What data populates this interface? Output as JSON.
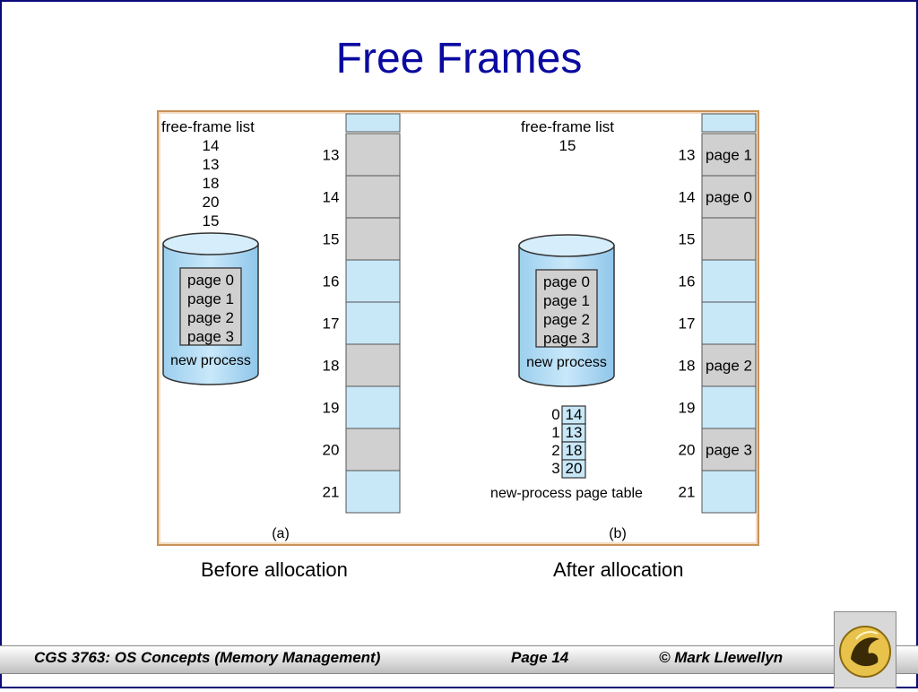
{
  "title": "Free Frames",
  "panel_a": {
    "list_title": "free-frame list",
    "list": [
      "14",
      "13",
      "18",
      "20",
      "15"
    ],
    "disk_pages": [
      "page 0",
      "page 1",
      "page 2",
      "page 3"
    ],
    "disk_label": "new process",
    "label": "(a)"
  },
  "panel_b": {
    "list_title": "free-frame list",
    "list": [
      "15"
    ],
    "disk_pages": [
      "page 0",
      "page 1",
      "page 2",
      "page 3"
    ],
    "disk_label": "new process",
    "page_table": [
      {
        "page": "0",
        "frame": "14"
      },
      {
        "page": "1",
        "frame": "13"
      },
      {
        "page": "2",
        "frame": "18"
      },
      {
        "page": "3",
        "frame": "20"
      }
    ],
    "page_table_label": "new-process page table",
    "label": "(b)"
  },
  "frames_a": [
    {
      "num": "13",
      "state": "gray",
      "text": ""
    },
    {
      "num": "14",
      "state": "gray",
      "text": ""
    },
    {
      "num": "15",
      "state": "gray",
      "text": ""
    },
    {
      "num": "16",
      "state": "blue",
      "text": ""
    },
    {
      "num": "17",
      "state": "blue",
      "text": ""
    },
    {
      "num": "18",
      "state": "gray",
      "text": ""
    },
    {
      "num": "19",
      "state": "blue",
      "text": ""
    },
    {
      "num": "20",
      "state": "gray",
      "text": ""
    },
    {
      "num": "21",
      "state": "blue",
      "text": ""
    }
  ],
  "frames_b": [
    {
      "num": "13",
      "state": "gray",
      "text": "page 1"
    },
    {
      "num": "14",
      "state": "gray",
      "text": "page 0"
    },
    {
      "num": "15",
      "state": "gray",
      "text": ""
    },
    {
      "num": "16",
      "state": "blue",
      "text": ""
    },
    {
      "num": "17",
      "state": "blue",
      "text": ""
    },
    {
      "num": "18",
      "state": "gray",
      "text": "page 2"
    },
    {
      "num": "19",
      "state": "blue",
      "text": ""
    },
    {
      "num": "20",
      "state": "gray",
      "text": "page 3"
    },
    {
      "num": "21",
      "state": "blue",
      "text": ""
    }
  ],
  "caption_before": "Before allocation",
  "caption_after": "After allocation",
  "footer": {
    "course": "CGS 3763: OS Concepts  (Memory Management)",
    "page": "Page 14",
    "author": "© Mark Llewellyn"
  },
  "colors": {
    "frame_blue": "#c8e8f8",
    "frame_gray": "#d0d0d0",
    "disk_blue": "#a9d8f4",
    "title_blue": "#0a0aa0",
    "figure_border": "#c8925a",
    "logo_gold": "#d9a521"
  }
}
